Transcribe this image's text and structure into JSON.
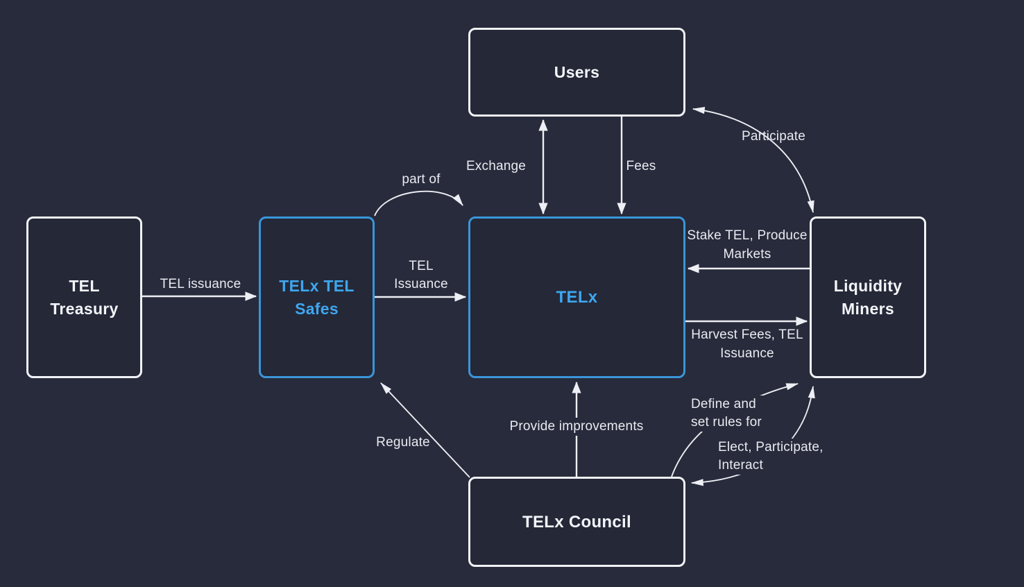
{
  "diagram_title": "TELx ecosystem flow diagram",
  "colors": {
    "background": "#282b3b",
    "node_fill": "#242837",
    "node_border_white": "#f1f3f7",
    "node_border_blue": "#3a96da",
    "node_text_white": "#f3f5f9",
    "node_text_blue": "#3fa6ef",
    "arrow": "#edeff4",
    "label_text": "#e9ebf2"
  },
  "nodes": {
    "users": {
      "label": "Users",
      "variant": "white"
    },
    "tel_treasury": {
      "label": "TEL Treasury",
      "variant": "white"
    },
    "telx_tel_safes": {
      "label": "TELx TEL Safes",
      "variant": "blue"
    },
    "telx": {
      "label": "TELx",
      "variant": "blue"
    },
    "liquidity_miners": {
      "label": "Liquidity Miners",
      "variant": "white"
    },
    "telx_council": {
      "label": "TELx Council",
      "variant": "white"
    }
  },
  "edges": {
    "tel_issuance_treasury": {
      "label": "TEL issuance",
      "from": "tel_treasury",
      "to": "telx_tel_safes",
      "bidirectional": false
    },
    "part_of": {
      "label": "part of",
      "from": "telx_tel_safes",
      "to": "telx",
      "bidirectional": false
    },
    "tel_issuance_safes": {
      "label": "TEL Issuance",
      "from": "telx_tel_safes",
      "to": "telx",
      "bidirectional": false
    },
    "exchange": {
      "label": "Exchange",
      "from": "users",
      "to": "telx",
      "bidirectional": true
    },
    "fees": {
      "label": "Fees",
      "from": "users",
      "to": "telx",
      "bidirectional": false
    },
    "participate": {
      "label": "Participate",
      "from": "liquidity_miners",
      "to": "users",
      "bidirectional": true
    },
    "stake": {
      "label": "Stake TEL, Produce Markets",
      "from": "liquidity_miners",
      "to": "telx",
      "bidirectional": false
    },
    "harvest": {
      "label": "Harvest Fees, TEL Issuance",
      "from": "telx",
      "to": "liquidity_miners",
      "bidirectional": false
    },
    "regulate": {
      "label": "Regulate",
      "from": "telx_council",
      "to": "telx_tel_safes",
      "bidirectional": false
    },
    "provide_improvements": {
      "label": "Provide improvements",
      "from": "telx_council",
      "to": "telx",
      "bidirectional": false
    },
    "define_rules": {
      "label": "Define and set rules for",
      "from": "telx_council",
      "to": "liquidity_miners",
      "bidirectional": false
    },
    "elect": {
      "label": "Elect, Participate, Interact",
      "from": "liquidity_miners",
      "to": "telx_council",
      "bidirectional": true
    }
  }
}
